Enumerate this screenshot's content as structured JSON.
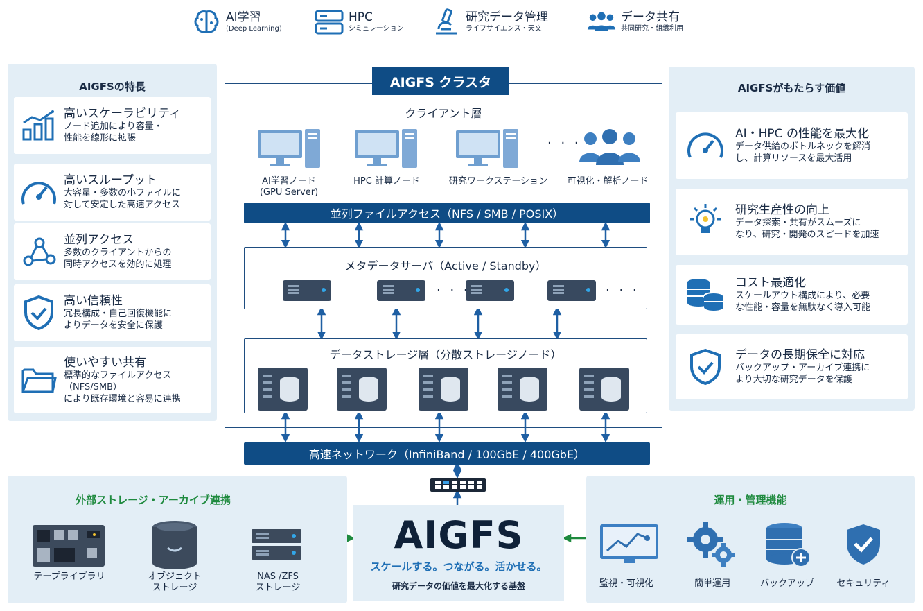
{
  "use_cases": [
    {
      "title": "AI学習",
      "sub": "(Deep Learning)",
      "icon": "brain-icon"
    },
    {
      "title": "HPC",
      "sub": "シミュレーション",
      "icon": "server-icon"
    },
    {
      "title": "研究データ管理",
      "sub": "ライフサイエンス・天文",
      "icon": "microscope-icon"
    },
    {
      "title": "データ共有",
      "sub": "共同研究・組織利用",
      "icon": "people-icon"
    }
  ],
  "features": {
    "title": "AIGFSの特長",
    "items": [
      {
        "title": "高いスケーラビリティ",
        "desc1": "ノード追加により容量・",
        "desc2": "性能を線形に拡張",
        "icon": "growth-chart-icon"
      },
      {
        "title": "高いスループット",
        "desc1": "大容量・多数の小ファイルに",
        "desc2": "対して安定した高速アクセス",
        "icon": "speedometer-icon"
      },
      {
        "title": "並列アクセス",
        "desc1": "多数のクライアントからの",
        "desc2": "同時アクセスを効的に処理",
        "icon": "network-nodes-icon"
      },
      {
        "title": "高い信頼性",
        "desc1": "冗長構成・自己回復機能に",
        "desc2": "よりデータを安全に保護",
        "icon": "shield-check-icon"
      },
      {
        "title": "使いやすい共有",
        "desc1": "標準的なファイルアクセス",
        "desc2": "（NFS/SMB）",
        "desc3": "により既存環境と容易に連携",
        "icon": "folder-icon"
      }
    ]
  },
  "values": {
    "title": "AIGFSがもたらす価値",
    "items": [
      {
        "title": "AI・HPC の性能を最大化",
        "desc1": "データ供給のボトルネックを解消",
        "desc2": "し、計算リソースを最大活用",
        "icon": "speedometer-icon"
      },
      {
        "title": "研究生産性の向上",
        "desc1": "データ探索・共有がスムーズに",
        "desc2": "なり、研究・開発のスピードを加速",
        "icon": "lightbulb-gear-icon"
      },
      {
        "title": "コスト最適化",
        "desc1": "スケールアウト構成により、必要",
        "desc2": "な性能・容量を無駄なく導入可能",
        "icon": "coins-icon"
      },
      {
        "title": "データの長期保全に対応",
        "desc1": "バックアップ・アーカイブ連携に",
        "desc2": "より大切な研究データを保護",
        "icon": "shield-check-icon"
      }
    ]
  },
  "cluster": {
    "title": "AIGFS クラスタ",
    "client_layer": "クライアント層",
    "clients": [
      {
        "label1": "AI学習ノード",
        "label2": "(GPU Server)"
      },
      {
        "label1": "HPC 計算ノード",
        "label2": ""
      },
      {
        "label1": "研究ワークステーション",
        "label2": ""
      },
      {
        "label1": "可視化・解析ノード",
        "label2": ""
      }
    ],
    "dots": "· · ·",
    "parallel_bar": "並列ファイルアクセス（NFS / SMB / POSIX）",
    "metadata_title": "メタデータサーバ（Active / Standby）",
    "storage_title": "データストレージ層（分散ストレージノード）",
    "network_bar": "高速ネットワーク（InfiniBand / 100GbE / 400GbE）"
  },
  "external": {
    "title": "外部ストレージ・アーカイブ連携",
    "items": [
      {
        "label1": "テープライブラリ",
        "label2": ""
      },
      {
        "label1": "オブジェクト",
        "label2": "ストレージ"
      },
      {
        "label1": "NAS /ZFS",
        "label2": "ストレージ"
      }
    ]
  },
  "center": {
    "logo": "AIGFS",
    "tagline": "スケールする。つながる。活かせる。",
    "sub": "研究データの価値を最大化する基盤"
  },
  "operations": {
    "title": "運用・管理機能",
    "items": [
      {
        "label": "監視・可視化"
      },
      {
        "label": "簡単運用"
      },
      {
        "label": "バックアップ"
      },
      {
        "label": "セキュリティ"
      }
    ]
  },
  "colors": {
    "navy": "#0f4c85",
    "panel": "#e3eef6",
    "green": "#1e8a3e",
    "blue": "#1f6fb5"
  }
}
